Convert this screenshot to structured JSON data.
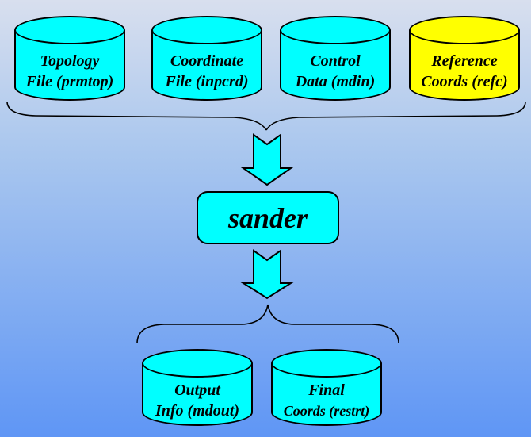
{
  "diagram": {
    "inputs": [
      {
        "name": "topology-file",
        "line1": "Topology",
        "line2": "File (prmtop)",
        "fill": "#00ffff"
      },
      {
        "name": "coordinate-file",
        "line1": "Coordinate",
        "line2": "File (inpcrd)",
        "fill": "#00ffff"
      },
      {
        "name": "control-data",
        "line1": "Control",
        "line2": "Data (mdin)",
        "fill": "#00ffff"
      },
      {
        "name": "reference-coords",
        "line1": "Reference",
        "line2": "Coords (refc)",
        "fill": "#ffff00"
      }
    ],
    "process": {
      "label": "sander"
    },
    "outputs": [
      {
        "name": "output-info",
        "line1": "Output",
        "line2": "Info (mdout)",
        "fill": "#00ffff"
      },
      {
        "name": "final-coords",
        "line1": "Final",
        "line2": "Coords (restrt)",
        "fill": "#00ffff"
      }
    ],
    "colors": {
      "cylinder_fill": "#00ffff",
      "reference_fill": "#ffff00",
      "arrow_fill": "#00ffff",
      "outline": "#000000",
      "background_top": "#d8dfee",
      "background_bottom": "#5f96f5"
    }
  }
}
